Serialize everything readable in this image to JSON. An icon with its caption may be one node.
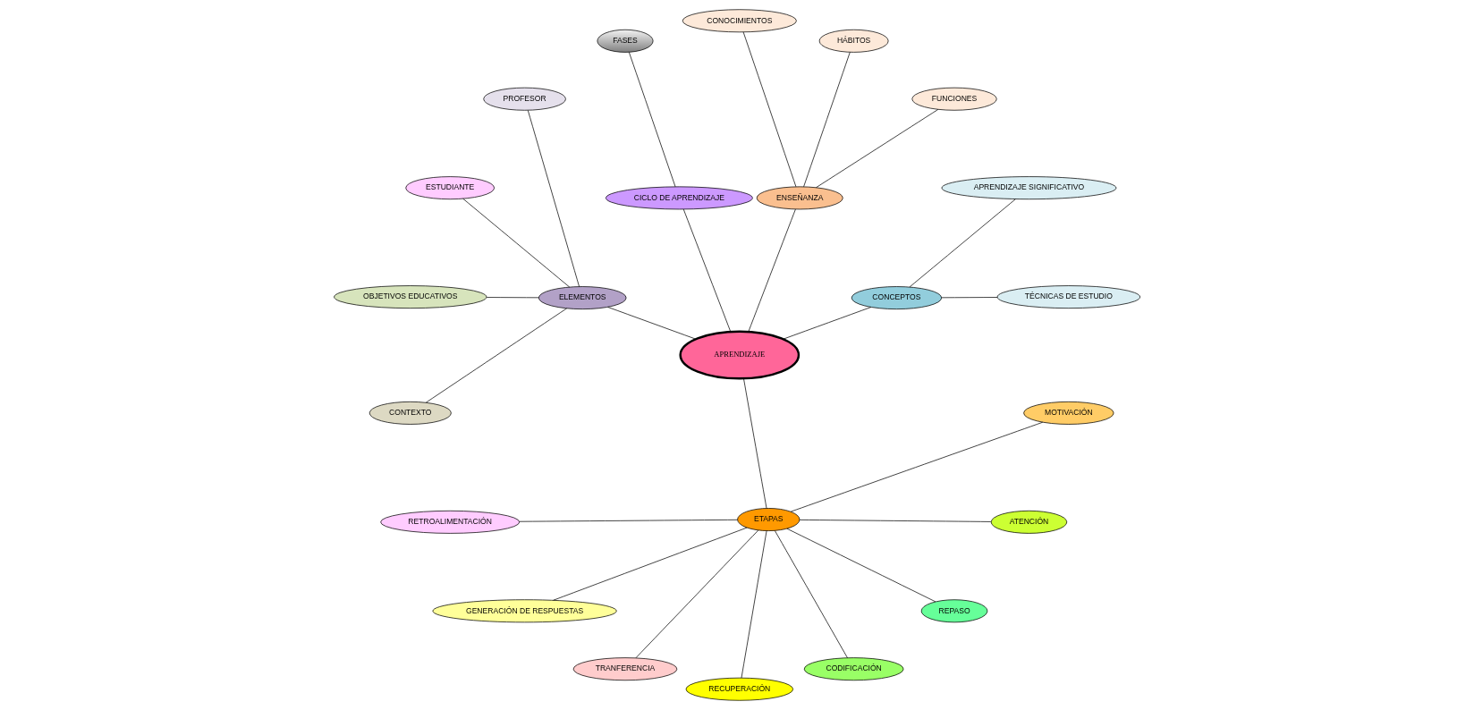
{
  "diagram": {
    "nodes": [
      {
        "text": [
          "APRENDIZAJE"
        ]
      },
      {
        "text": [
          "CONCEPTOS"
        ]
      },
      {
        "text": [
          "TÉCNICAS DE ESTUDIO"
        ]
      },
      {
        "text": [
          "APRENDIZAJE SIGNIFICATIVO"
        ]
      },
      {
        "text": [
          "ENSEÑANZA"
        ]
      },
      {
        "text": [
          "FUNCIONES"
        ]
      },
      {
        "text": [
          "HÁBITOS"
        ]
      },
      {
        "text": [
          "CONOCIMIENTOS"
        ]
      },
      {
        "text": [
          "CICLO DE APRENDIZAJE"
        ]
      },
      {
        "text": [
          "FASES"
        ]
      },
      {
        "text": [
          "ELEMENTOS"
        ]
      },
      {
        "text": [
          "PROFESOR"
        ]
      },
      {
        "text": [
          "ESTUDIANTE"
        ]
      },
      {
        "text": [
          "OBJETIVOS EDUCATIVOS"
        ]
      },
      {
        "text": [
          "CONTEXTO"
        ]
      },
      {
        "text": [
          "ETAPAS"
        ]
      },
      {
        "text": [
          "RETROALIMENTACIÓN"
        ]
      },
      {
        "text": [
          "GENERACIÓN DE RESPUESTAS"
        ]
      },
      {
        "text": [
          "TRANFERENCIA"
        ]
      },
      {
        "text": [
          "RECUPERACIÓN"
        ]
      },
      {
        "text": [
          "CODIFICACIÓN"
        ]
      },
      {
        "text": [
          "REPASO"
        ]
      },
      {
        "text": [
          "ATENCIÓN"
        ]
      },
      {
        "text": [
          "MOTIVACIÓN"
        ]
      }
    ],
    "edges": [
      {
        "from": 0,
        "to": 1,
        "arrow": "none"
      },
      {
        "from": 1,
        "to": 2,
        "arrow": "none"
      },
      {
        "from": 1,
        "to": 3,
        "arrow": "none"
      },
      {
        "from": 0,
        "to": 4,
        "arrow": "none"
      },
      {
        "from": 4,
        "to": 5,
        "arrow": "none"
      },
      {
        "from": 4,
        "to": 6,
        "arrow": "none"
      },
      {
        "from": 4,
        "to": 7,
        "arrow": "none"
      },
      {
        "from": 0,
        "to": 8,
        "arrow": "none"
      },
      {
        "from": 8,
        "to": 9,
        "arrow": "none"
      },
      {
        "from": 0,
        "to": 10,
        "arrow": "none"
      },
      {
        "from": 10,
        "to": 11,
        "arrow": "none"
      },
      {
        "from": 10,
        "to": 12,
        "arrow": "none"
      },
      {
        "from": 10,
        "to": 13,
        "arrow": "none"
      },
      {
        "from": 10,
        "to": 14,
        "arrow": "none"
      },
      {
        "from": 0,
        "to": 15,
        "arrow": "none"
      },
      {
        "from": 15,
        "to": 16,
        "arrow": "none"
      },
      {
        "from": 15,
        "to": 17,
        "arrow": "none"
      },
      {
        "from": 15,
        "to": 18,
        "arrow": "none"
      },
      {
        "from": 15,
        "to": 19,
        "arrow": "none"
      },
      {
        "from": 15,
        "to": 20,
        "arrow": "none"
      },
      {
        "from": 15,
        "to": 21,
        "arrow": "none"
      },
      {
        "from": 15,
        "to": 22,
        "arrow": "none"
      },
      {
        "from": 15,
        "to": 23,
        "arrow": "none"
      }
    ]
  }
}
